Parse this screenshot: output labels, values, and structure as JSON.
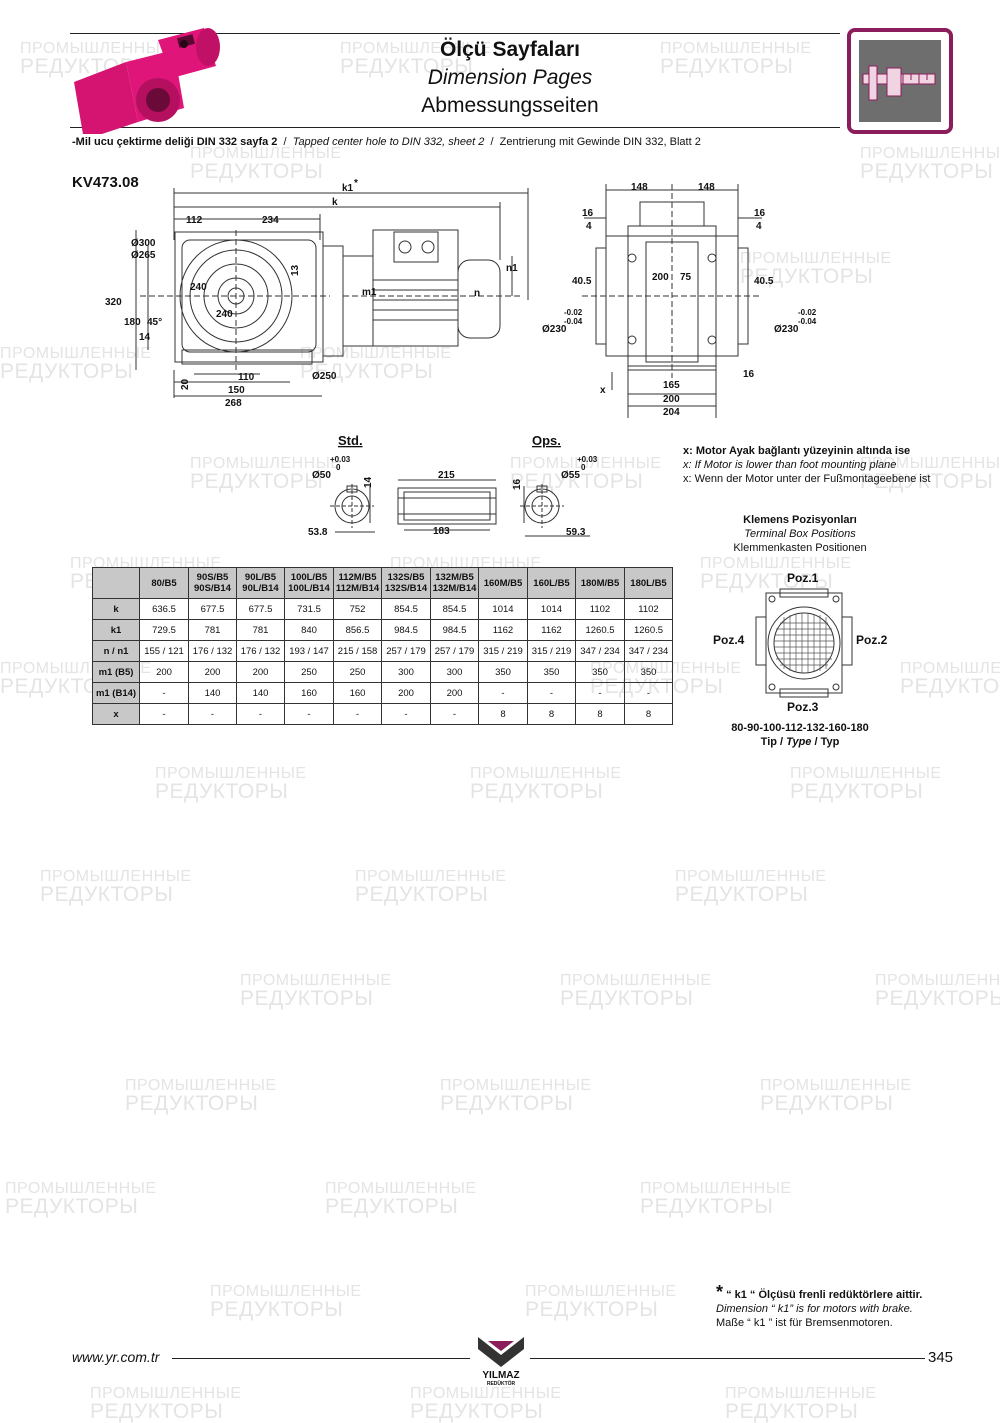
{
  "header": {
    "title_tr": "Ölçü Sayfaları",
    "title_en": "Dimension Pages",
    "title_de": "Abmessungsseiten"
  },
  "note": {
    "tr": "-Mil ucu çektirme deliği DIN 332 sayfa 2",
    "sep": "/",
    "en": "Tapped center hole to DIN 332, sheet 2",
    "de": "Zentrierung mit Gewinde DIN 332, Blatt 2"
  },
  "model": "KV473.08",
  "drawing": {
    "labels": {
      "k1": "k1",
      "asterisk": "*",
      "k": "k",
      "n1": "n1",
      "n": "n",
      "m1": "m1",
      "d112": "112",
      "d234": "234",
      "d300": "Ø300",
      "d265": "Ø265",
      "d320": "320",
      "d180": "180",
      "d45": "45°",
      "d14": "14",
      "d240a": "240",
      "d240b": "240",
      "d13": "13",
      "d20": "20",
      "d110": "110",
      "d150": "150",
      "d268": "268",
      "d250": "Ø250",
      "s148a": "148",
      "s148b": "148",
      "s16a": "16",
      "s4a": "4",
      "s16b": "16",
      "s4b": "4",
      "s200": "200",
      "s75": "75",
      "s405a": "40.5",
      "s405b": "40.5",
      "tolA1": "-0.02",
      "tolA2": "-0.04",
      "tolB1": "-0.02",
      "tolB2": "-0.04",
      "s230a": "Ø230",
      "s230b": "Ø230",
      "s16c": "16",
      "sx": "x",
      "s165": "165",
      "s200b": "200",
      "s204": "204"
    },
    "shaft": {
      "std": "Std.",
      "ops": "Ops.",
      "d50": "Ø50",
      "tol50": "+0.03",
      "tol50b": "0",
      "w14": "14",
      "l538": "53.8",
      "l215": "215",
      "l183": "183",
      "d55": "Ø55",
      "tol55": "+0.03",
      "tol55b": "0",
      "w16": "16",
      "l593": "59.3"
    }
  },
  "x_note": {
    "tr": "x: Motor Ayak bağlantı yüzeyinin altında ise",
    "en": "x: If Motor is lower than foot mounting plane",
    "de": "x: Wenn der Motor unter der Fußmontageebene ist"
  },
  "terminal_box": {
    "title_tr": "Klemens Pozisyonları",
    "title_en": "Terminal Box Positions",
    "title_de": "Klemmenkasten Positionen",
    "poz1": "Poz.1",
    "poz2": "Poz.2",
    "poz3": "Poz.3",
    "poz4": "Poz.4",
    "types": "80-90-100-112-132-160-180",
    "tip_tr": "Tip",
    "tip_en": "Type",
    "tip_de": "Typ"
  },
  "table": {
    "columns": [
      [
        "80/B5"
      ],
      [
        "90S/B5",
        "90S/B14"
      ],
      [
        "90L/B5",
        "90L/B14"
      ],
      [
        "100L/B5",
        "100L/B14"
      ],
      [
        "112M/B5",
        "112M/B14"
      ],
      [
        "132S/B5",
        "132S/B14"
      ],
      [
        "132M/B5",
        "132M/B14"
      ],
      [
        "160M/B5"
      ],
      [
        "160L/B5"
      ],
      [
        "180M/B5"
      ],
      [
        "180L/B5"
      ]
    ],
    "rows": [
      {
        "label": "k",
        "values": [
          "636.5",
          "677.5",
          "677.5",
          "731.5",
          "752",
          "854.5",
          "854.5",
          "1014",
          "1014",
          "1102",
          "1102"
        ]
      },
      {
        "label": "k1",
        "values": [
          "729.5",
          "781",
          "781",
          "840",
          "856.5",
          "984.5",
          "984.5",
          "1162",
          "1162",
          "1260.5",
          "1260.5"
        ]
      },
      {
        "label": "n / n1",
        "values": [
          "155 / 121",
          "176 / 132",
          "176 / 132",
          "193 / 147",
          "215 / 158",
          "257 / 179",
          "257 / 179",
          "315 / 219",
          "315 / 219",
          "347 / 234",
          "347 / 234"
        ]
      },
      {
        "label": "m1 (B5)",
        "values": [
          "200",
          "200",
          "200",
          "250",
          "250",
          "300",
          "300",
          "350",
          "350",
          "350",
          "350"
        ]
      },
      {
        "label": "m1 (B14)",
        "values": [
          "-",
          "140",
          "140",
          "160",
          "160",
          "200",
          "200",
          "-",
          "-",
          "-",
          "-"
        ]
      },
      {
        "label": "x",
        "values": [
          "-",
          "-",
          "-",
          "-",
          "-",
          "-",
          "-",
          "8",
          "8",
          "8",
          "8"
        ]
      }
    ]
  },
  "footnote": {
    "star": "*",
    "tr": "“ k1 “ Ölçüsü frenli redüktörlere aittir.",
    "en": "Dimension “ k1” is for motors with brake.",
    "de": "Maße “ k1 ” ist für Bremsenmotoren."
  },
  "footer": {
    "url": "www.yr.com.tr",
    "page": "345",
    "brand": "YILMAZ",
    "brand_sub": "REDÜKTÖR"
  },
  "watermark": {
    "line1": "ПРОМЫШЛЕННЫЕ",
    "line2": "РЕДУКТОРЫ"
  },
  "colors": {
    "accent": "#8b1d5c",
    "product_pink": "#e0157a",
    "table_header": "#c8c8c8"
  }
}
